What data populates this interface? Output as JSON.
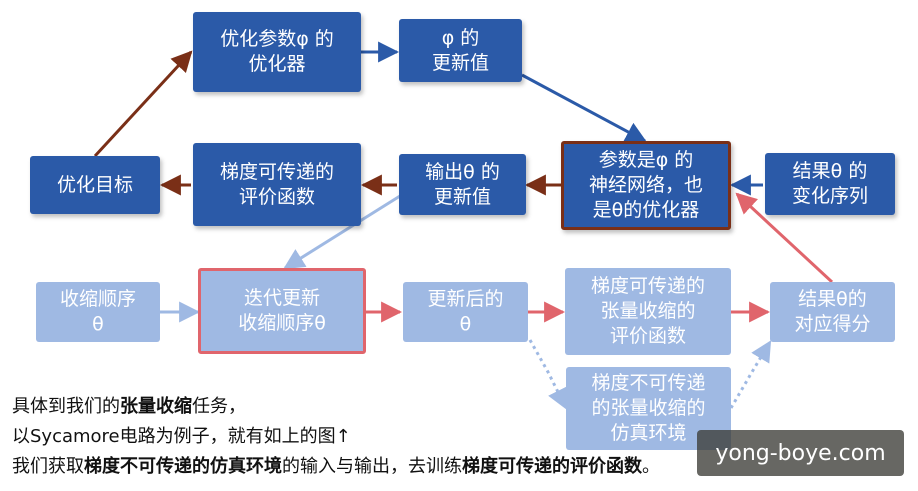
{
  "boxes": {
    "optimizer_phi": "优化参数φ 的\n优化器",
    "phi_update": "φ 的\n更新值",
    "opt_target": "优化目标",
    "diff_eval": "梯度可传递的\n评价函数",
    "theta_update": "输出θ 的\n更新值",
    "nn_phi": "参数是φ 的\n神经网络，也\n是θ的优化器",
    "theta_seq": "结果θ 的\n变化序列",
    "contract_order": "收缩顺序\nθ",
    "iter_update": "迭代更新\n收缩顺序θ",
    "updated_theta": "更新后的\nθ",
    "tensor_diff_eval": "梯度可传递的\n张量收缩的\n评价函数",
    "theta_score": "结果θ的\n对应得分",
    "sim_env": "梯度不可传递\n的张量收缩的\n仿真环境"
  },
  "caption": {
    "line1_a": "具体到我们的",
    "line1_b": "张量收缩",
    "line1_c": "任务，",
    "line2": "以Sycamore电路为例子，就有如上的图↑",
    "line3_a": "我们获取",
    "line3_b": "梯度不可传递的仿真环境",
    "line3_c": "的输入与输出，去训练",
    "line3_d": "梯度可传递的评价函数",
    "line3_e": "。"
  },
  "watermark": "yong-boye.com",
  "colors": {
    "dark_box": "#2b5aa8",
    "light_box": "#9fb9e3",
    "arrow_brown": "#7a2f17",
    "arrow_red": "#e0656c",
    "arrow_blue": "#2b5aa8",
    "arrow_light": "#9fb9e3"
  }
}
